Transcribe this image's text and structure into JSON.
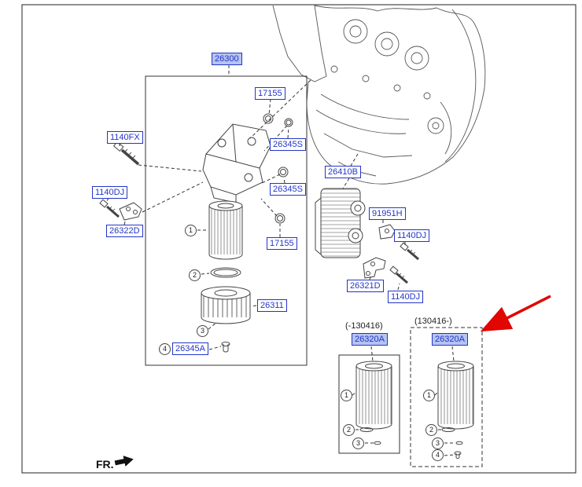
{
  "labels": {
    "p26300": "26300",
    "p17155_top": "17155",
    "p26345s_a": "26345S",
    "p26345s_b": "26345S",
    "p17155_bottom": "17155",
    "p1140fx": "1140FX",
    "p1140dj_left": "1140DJ",
    "p26322d": "26322D",
    "p26311": "26311",
    "p26345a": "26345A",
    "p26410b": "26410B",
    "p91951h": "91951H",
    "p1140dj_mid": "1140DJ",
    "p26321d": "26321D",
    "p1140dj_low": "1140DJ",
    "p26320a_old": "26320A",
    "p26320a_new": "26320A"
  },
  "ranges": {
    "old": "(-130416)",
    "new": "(130416-)"
  },
  "callouts": {
    "n1": "1",
    "n2": "2",
    "n3": "3",
    "n4": "4"
  },
  "fr_label": "FR.",
  "colors": {
    "label_blue": "#2335c8",
    "highlight_fill": "#b5c3f2",
    "arrow_red": "#e10600"
  }
}
